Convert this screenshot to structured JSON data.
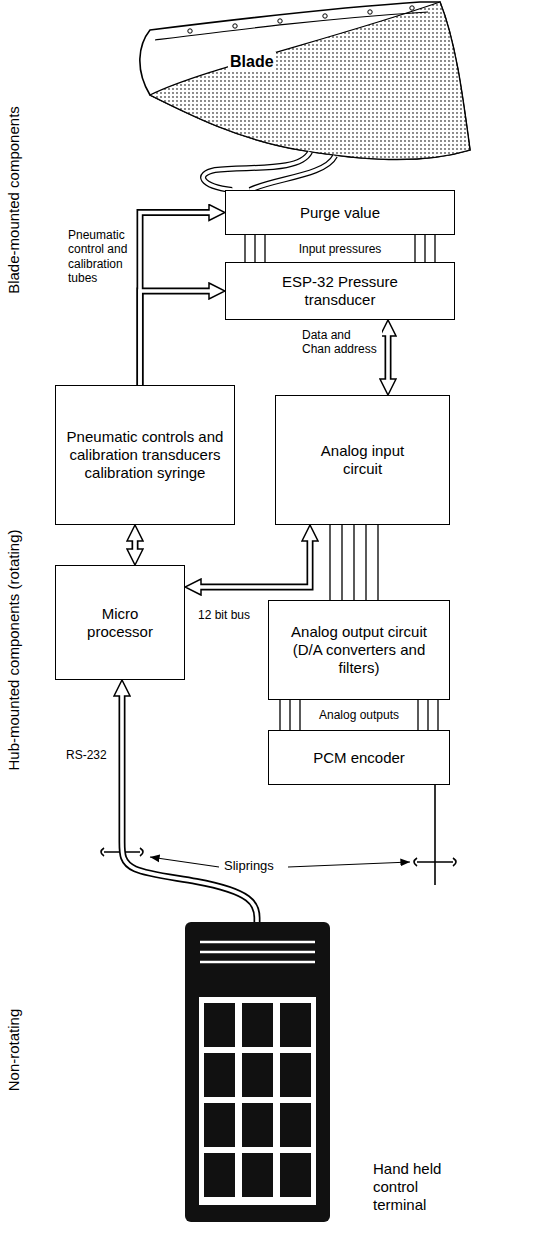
{
  "diagram": {
    "nodes": [
      {
        "text": [
          "Purge value"
        ]
      },
      {
        "text": [
          "ESP-32 Pressure transducer"
        ]
      },
      {
        "text": [
          "Pneumatic controls and calibration transducers calibration syringe"
        ]
      },
      {
        "text": [
          "Analog input circuit"
        ]
      },
      {
        "text": [
          "Micro processor"
        ]
      },
      {
        "text": [
          "Analog output circuit (D/A converters and filters)"
        ]
      },
      {
        "text": [
          "PCM encoder"
        ]
      },
      {
        "text": [
          "Hand held control terminal"
        ]
      }
    ],
    "edges": [
      {
        "from": 0,
        "to": 1,
        "arrow": "none",
        "label": "Input pressures"
      },
      {
        "from": 2,
        "to": 0,
        "arrow": "to"
      },
      {
        "from": 2,
        "to": 1,
        "arrow": "to"
      },
      {
        "from": 1,
        "to": 3,
        "arrow": "both",
        "label": "Data and Chan address"
      },
      {
        "from": 2,
        "to": 4,
        "arrow": "both"
      },
      {
        "from": 3,
        "to": 4,
        "arrow": "both"
      },
      {
        "from": 3,
        "to": 5,
        "arrow": "none",
        "label": "12 bit bus"
      },
      {
        "from": 5,
        "to": 6,
        "arrow": "none",
        "label": "Analog outputs"
      },
      {
        "from": 7,
        "to": 4,
        "arrow": "to",
        "label": "RS-232"
      }
    ],
    "labels": [
      "Blade",
      "Blade-mounted components",
      "Pneumatic control and calibration tubes",
      "Hub-mounted components (rotating)",
      "Sliprings",
      "Non-rotating"
    ]
  }
}
